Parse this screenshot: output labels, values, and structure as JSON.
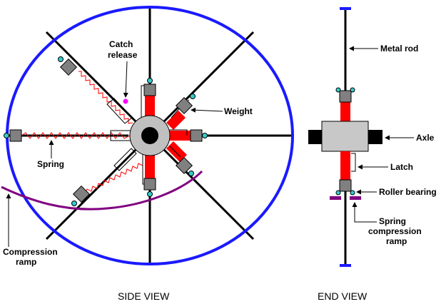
{
  "side_view": {
    "caption": "SIDE VIEW",
    "labels": {
      "catch_release_line1": "Catch",
      "catch_release_line2": "release",
      "weight": "Weight",
      "spring": "Spring",
      "compression_ramp_line1": "Compression",
      "compression_ramp_line2": "ramp"
    }
  },
  "end_view": {
    "caption": "END VIEW",
    "labels": {
      "metal_rod": "Metal rod",
      "axle": "Axle",
      "latch": "Latch",
      "roller_bearing": "Roller bearing",
      "spring_compression_ramp_line1": "Spring",
      "spring_compression_ramp_line2": "compression",
      "spring_compression_ramp_line3": "ramp"
    }
  },
  "colors": {
    "rim": "#1a1aff",
    "spring": "#ff0000",
    "ramp": "#800080",
    "roller": "#33cccc",
    "weight": "#808080",
    "hub": "#c0c0c0",
    "axle": "#000000",
    "catch_dot": "#ff00ff",
    "end_block": "#c8c8c8"
  }
}
